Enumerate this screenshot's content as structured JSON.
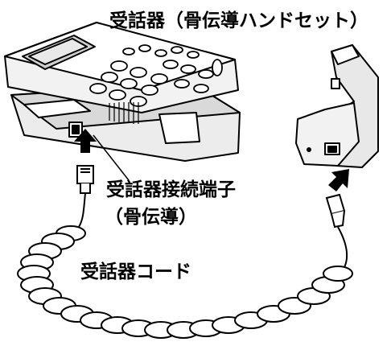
{
  "labels": {
    "handset": "受話器（骨伝導ハンドセット）",
    "connector_line1": "受話器接続端子",
    "connector_line2": "（骨伝導）",
    "cord": "受話器コード"
  },
  "colors": {
    "stroke": "#000000",
    "body_light": "#ffffff",
    "body_shade": "#e6e6e6",
    "body_dark": "#bdbdbd",
    "arrow": "#000000"
  },
  "icons": [
    "telephone-base",
    "handset",
    "coiled-cord",
    "modular-plug",
    "insert-arrow"
  ]
}
